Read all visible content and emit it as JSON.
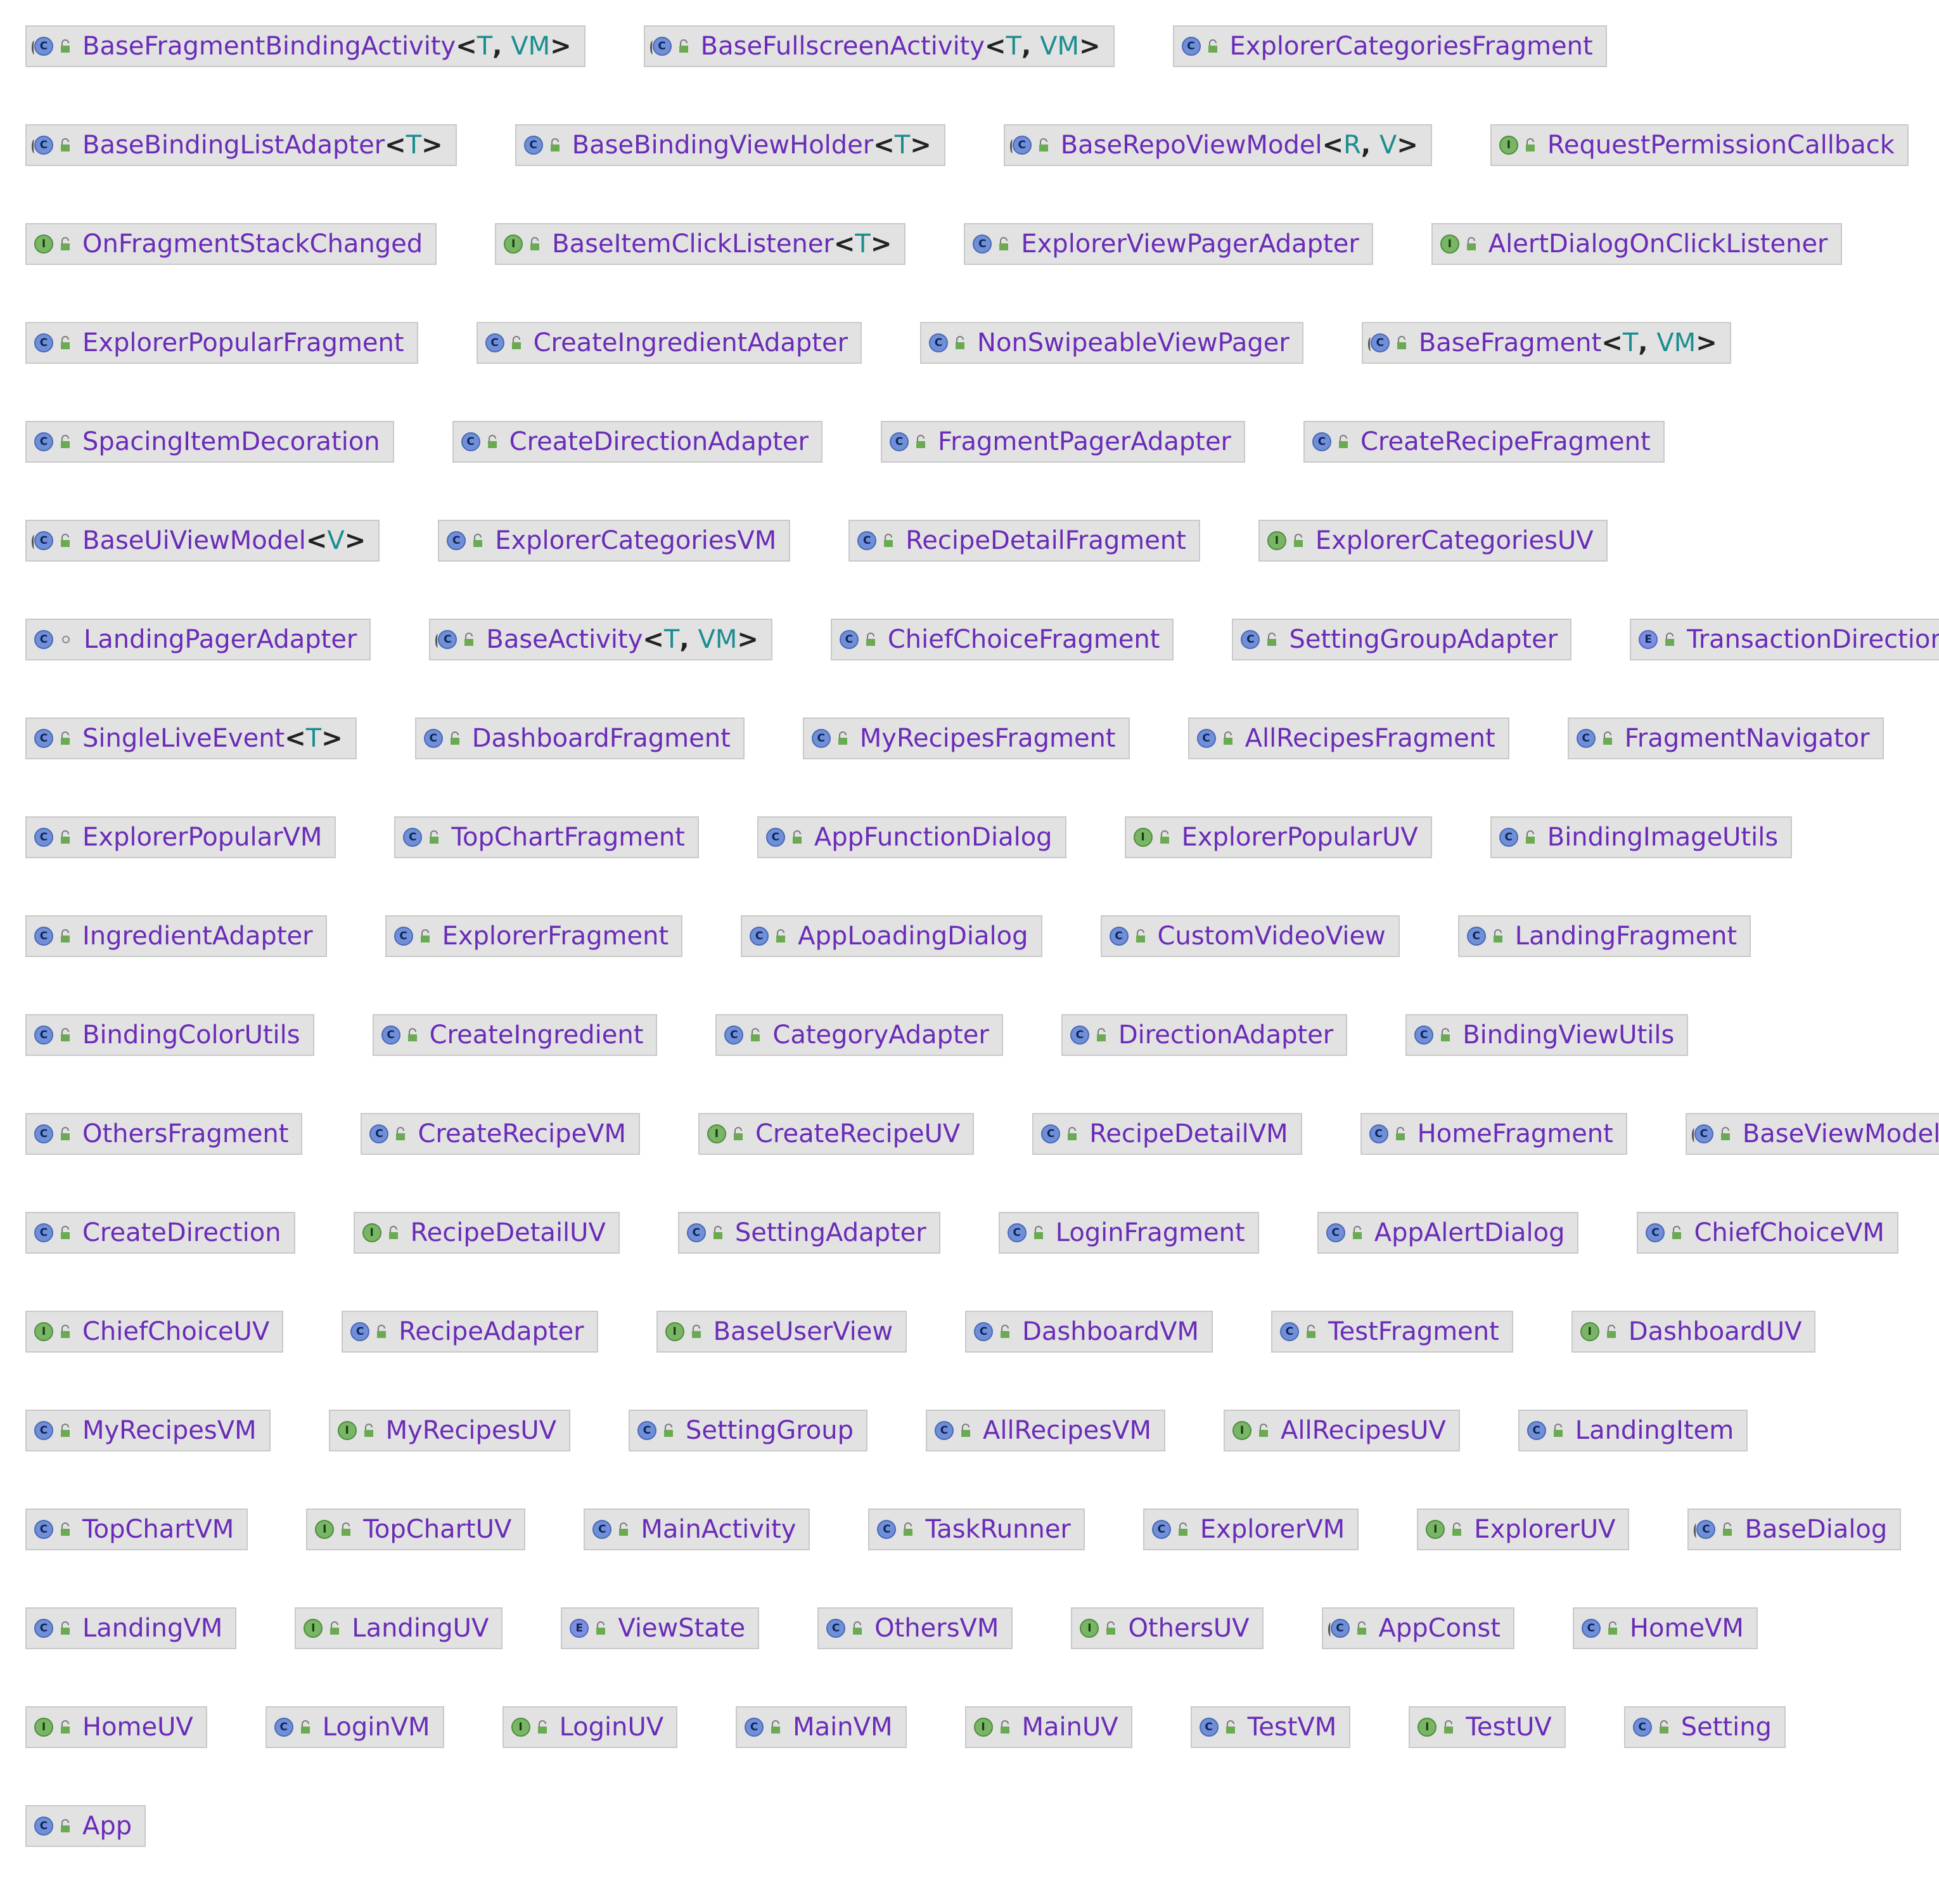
{
  "nodes": [
    {
      "name": "BaseFragmentBindingActivity",
      "kind": "abstract-class",
      "visibility": "public",
      "type_params": [
        "T",
        "VM"
      ]
    },
    {
      "name": "BaseFullscreenActivity",
      "kind": "abstract-class",
      "visibility": "public",
      "type_params": [
        "T",
        "VM"
      ]
    },
    {
      "name": "ExplorerCategoriesFragment",
      "kind": "class",
      "visibility": "public"
    },
    {
      "name": "BaseBindingListAdapter",
      "kind": "abstract-class",
      "visibility": "public",
      "type_params": [
        "T"
      ]
    },
    {
      "name": "BaseBindingViewHolder",
      "kind": "class",
      "visibility": "public",
      "type_params": [
        "T"
      ]
    },
    {
      "name": "BaseRepoViewModel",
      "kind": "abstract-class",
      "visibility": "public",
      "type_params": [
        "R",
        "V"
      ]
    },
    {
      "name": "RequestPermissionCallback",
      "kind": "interface",
      "visibility": "public"
    },
    {
      "name": "OnFragmentStackChanged",
      "kind": "interface",
      "visibility": "public"
    },
    {
      "name": "BaseItemClickListener",
      "kind": "interface",
      "visibility": "public",
      "type_params": [
        "T"
      ]
    },
    {
      "name": "ExplorerViewPagerAdapter",
      "kind": "class",
      "visibility": "public"
    },
    {
      "name": "AlertDialogOnClickListener",
      "kind": "interface",
      "visibility": "public"
    },
    {
      "name": "ExplorerPopularFragment",
      "kind": "class",
      "visibility": "public"
    },
    {
      "name": "CreateIngredientAdapter",
      "kind": "class",
      "visibility": "public"
    },
    {
      "name": "NonSwipeableViewPager",
      "kind": "class",
      "visibility": "public"
    },
    {
      "name": "BaseFragment",
      "kind": "abstract-class",
      "visibility": "public",
      "type_params": [
        "T",
        "VM"
      ]
    },
    {
      "name": "SpacingItemDecoration",
      "kind": "class",
      "visibility": "public"
    },
    {
      "name": "CreateDirectionAdapter",
      "kind": "class",
      "visibility": "public"
    },
    {
      "name": "FragmentPagerAdapter",
      "kind": "class",
      "visibility": "public"
    },
    {
      "name": "CreateRecipeFragment",
      "kind": "class",
      "visibility": "public"
    },
    {
      "name": "BaseUiViewModel",
      "kind": "abstract-class",
      "visibility": "public",
      "type_params": [
        "V"
      ]
    },
    {
      "name": "ExplorerCategoriesVM",
      "kind": "class",
      "visibility": "public"
    },
    {
      "name": "RecipeDetailFragment",
      "kind": "class",
      "visibility": "public"
    },
    {
      "name": "ExplorerCategoriesUV",
      "kind": "interface",
      "visibility": "public"
    },
    {
      "name": "LandingPagerAdapter",
      "kind": "class",
      "visibility": "package"
    },
    {
      "name": "BaseActivity",
      "kind": "abstract-class",
      "visibility": "public",
      "type_params": [
        "T",
        "VM"
      ]
    },
    {
      "name": "ChiefChoiceFragment",
      "kind": "class",
      "visibility": "public"
    },
    {
      "name": "SettingGroupAdapter",
      "kind": "class",
      "visibility": "public"
    },
    {
      "name": "TransactionDirection",
      "kind": "enum",
      "visibility": "public"
    },
    {
      "name": "SingleLiveEvent",
      "kind": "class",
      "visibility": "public",
      "type_params": [
        "T"
      ]
    },
    {
      "name": "DashboardFragment",
      "kind": "class",
      "visibility": "public"
    },
    {
      "name": "MyRecipesFragment",
      "kind": "class",
      "visibility": "public"
    },
    {
      "name": "AllRecipesFragment",
      "kind": "class",
      "visibility": "public"
    },
    {
      "name": "FragmentNavigator",
      "kind": "class",
      "visibility": "public"
    },
    {
      "name": "ExplorerPopularVM",
      "kind": "class",
      "visibility": "public"
    },
    {
      "name": "TopChartFragment",
      "kind": "class",
      "visibility": "public"
    },
    {
      "name": "AppFunctionDialog",
      "kind": "class",
      "visibility": "public"
    },
    {
      "name": "ExplorerPopularUV",
      "kind": "interface",
      "visibility": "public"
    },
    {
      "name": "BindingImageUtils",
      "kind": "class",
      "visibility": "public"
    },
    {
      "name": "IngredientAdapter",
      "kind": "class",
      "visibility": "public"
    },
    {
      "name": "ExplorerFragment",
      "kind": "class",
      "visibility": "public"
    },
    {
      "name": "AppLoadingDialog",
      "kind": "class",
      "visibility": "public"
    },
    {
      "name": "CustomVideoView",
      "kind": "class",
      "visibility": "public"
    },
    {
      "name": "LandingFragment",
      "kind": "class",
      "visibility": "public"
    },
    {
      "name": "BindingColorUtils",
      "kind": "class",
      "visibility": "public"
    },
    {
      "name": "CreateIngredient",
      "kind": "class",
      "visibility": "public"
    },
    {
      "name": "CategoryAdapter",
      "kind": "class",
      "visibility": "public"
    },
    {
      "name": "DirectionAdapter",
      "kind": "class",
      "visibility": "public"
    },
    {
      "name": "BindingViewUtils",
      "kind": "class",
      "visibility": "public"
    },
    {
      "name": "OthersFragment",
      "kind": "class",
      "visibility": "public"
    },
    {
      "name": "CreateRecipeVM",
      "kind": "class",
      "visibility": "public"
    },
    {
      "name": "CreateRecipeUV",
      "kind": "interface",
      "visibility": "public"
    },
    {
      "name": "RecipeDetailVM",
      "kind": "class",
      "visibility": "public"
    },
    {
      "name": "HomeFragment",
      "kind": "class",
      "visibility": "public"
    },
    {
      "name": "BaseViewModel",
      "kind": "abstract-class",
      "visibility": "public"
    },
    {
      "name": "CreateDirection",
      "kind": "class",
      "visibility": "public"
    },
    {
      "name": "RecipeDetailUV",
      "kind": "interface",
      "visibility": "public"
    },
    {
      "name": "SettingAdapter",
      "kind": "class",
      "visibility": "public"
    },
    {
      "name": "LoginFragment",
      "kind": "class",
      "visibility": "public"
    },
    {
      "name": "AppAlertDialog",
      "kind": "class",
      "visibility": "public"
    },
    {
      "name": "ChiefChoiceVM",
      "kind": "class",
      "visibility": "public"
    },
    {
      "name": "ChiefChoiceUV",
      "kind": "interface",
      "visibility": "public"
    },
    {
      "name": "RecipeAdapter",
      "kind": "class",
      "visibility": "public"
    },
    {
      "name": "BaseUserView",
      "kind": "interface",
      "visibility": "public"
    },
    {
      "name": "DashboardVM",
      "kind": "class",
      "visibility": "public"
    },
    {
      "name": "TestFragment",
      "kind": "class",
      "visibility": "public"
    },
    {
      "name": "DashboardUV",
      "kind": "interface",
      "visibility": "public"
    },
    {
      "name": "MyRecipesVM",
      "kind": "class",
      "visibility": "public"
    },
    {
      "name": "MyRecipesUV",
      "kind": "interface",
      "visibility": "public"
    },
    {
      "name": "SettingGroup",
      "kind": "class",
      "visibility": "public"
    },
    {
      "name": "AllRecipesVM",
      "kind": "class",
      "visibility": "public"
    },
    {
      "name": "AllRecipesUV",
      "kind": "interface",
      "visibility": "public"
    },
    {
      "name": "LandingItem",
      "kind": "class",
      "visibility": "public"
    },
    {
      "name": "TopChartVM",
      "kind": "class",
      "visibility": "public"
    },
    {
      "name": "TopChartUV",
      "kind": "interface",
      "visibility": "public"
    },
    {
      "name": "MainActivity",
      "kind": "class",
      "visibility": "public"
    },
    {
      "name": "TaskRunner",
      "kind": "class",
      "visibility": "public"
    },
    {
      "name": "ExplorerVM",
      "kind": "class",
      "visibility": "public"
    },
    {
      "name": "ExplorerUV",
      "kind": "interface",
      "visibility": "public"
    },
    {
      "name": "BaseDialog",
      "kind": "abstract-class",
      "visibility": "public"
    },
    {
      "name": "LandingVM",
      "kind": "class",
      "visibility": "public"
    },
    {
      "name": "LandingUV",
      "kind": "interface",
      "visibility": "public"
    },
    {
      "name": "ViewState",
      "kind": "enum",
      "visibility": "public"
    },
    {
      "name": "OthersVM",
      "kind": "class",
      "visibility": "public"
    },
    {
      "name": "OthersUV",
      "kind": "interface",
      "visibility": "public"
    },
    {
      "name": "AppConst",
      "kind": "abstract-class",
      "visibility": "public"
    },
    {
      "name": "HomeVM",
      "kind": "class",
      "visibility": "public"
    },
    {
      "name": "HomeUV",
      "kind": "interface",
      "visibility": "public"
    },
    {
      "name": "LoginVM",
      "kind": "class",
      "visibility": "public"
    },
    {
      "name": "LoginUV",
      "kind": "interface",
      "visibility": "public"
    },
    {
      "name": "MainVM",
      "kind": "class",
      "visibility": "public"
    },
    {
      "name": "MainUV",
      "kind": "interface",
      "visibility": "public"
    },
    {
      "name": "TestVM",
      "kind": "class",
      "visibility": "public"
    },
    {
      "name": "TestUV",
      "kind": "interface",
      "visibility": "public"
    },
    {
      "name": "Setting",
      "kind": "class",
      "visibility": "public"
    },
    {
      "name": "App",
      "kind": "class",
      "visibility": "public"
    }
  ],
  "rows": [
    3,
    4,
    4,
    4,
    4,
    4,
    5,
    5,
    5,
    5,
    5,
    6,
    6,
    6,
    6,
    7,
    7,
    8,
    1
  ],
  "badge_letters": {
    "class": "C",
    "abstract-class": "C",
    "interface": "I",
    "enum": "E"
  },
  "colors": {
    "class_name": "#6a2bb8",
    "type_param": "#1b8d8f",
    "punctuation": "#222222",
    "node_fill": "#e2e2e2",
    "node_border": "#c9c9c9",
    "class_badge": "#6f8fd8",
    "interface_badge": "#78b565",
    "enum_badge": "#7d8fe0",
    "visibility_icon": "#6aaa52"
  }
}
